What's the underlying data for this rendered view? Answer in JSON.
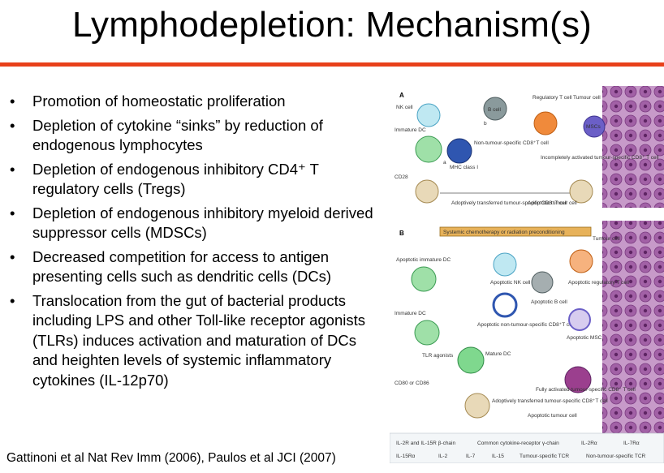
{
  "title": "Lymphodepletion: Mechanism(s)",
  "bullets": [
    "Promotion of homeostatic proliferation",
    "Depletion of cytokine “sinks” by reduction of endogenous lymphocytes",
    "Depletion of endogenous inhibitory CD4⁺ T regulatory cells (Tregs)",
    "Depletion of endogenous inhibitory myeloid derived suppressor cells (MDSCs)",
    "Decreased competition for access to antigen presenting cells such as dendritic cells (DCs)",
    "Translocation from the gut of bacterial products including LPS and other Toll-like receptor agonists (TLRs) induces activation and maturation of DCs and heighten levels of systemic inflammatory cytokines (IL-12p70)"
  ],
  "bullet_glyph": "•",
  "citation": "Gattinoni et al Nat Rev Imm (2006), Paulos et al JCI (2007)",
  "colors": {
    "accent_rule": "#e8401a",
    "tumour": "#9b4e9c",
    "chemo_box": "#e7b25a"
  },
  "figure": {
    "panel_a": {
      "label": "A",
      "nk_cell": "NK cell",
      "b_cell": "B cell",
      "b_cell_marker": "b",
      "regulatory_t_cell": "Regulatory T cell",
      "tumour_cell": "Tumour cell",
      "mscs": "MSCs",
      "immature_dc": "Immature DC",
      "non_tumour_cd8": "Non-tumour-specific CD8⁺T cell",
      "mhc_class_i": "MHC class I",
      "marker_a": "a",
      "cd28": "CD28",
      "incompletely_activated": "Incompletely activated tumour-specific CD8⁺ T cell",
      "adoptively_transferred": "Adoptively transferred tumour-specific CD8⁺T cell",
      "apoptotic_tumour_cell": "Apoptotic tumour cell"
    },
    "panel_b": {
      "label": "B",
      "chemo_label": "Systemic chemotherapy or radiation preconditioning",
      "tumour_cell": "Tumour cell",
      "apoptotic_immature_dc": "Apoptotic immature DC",
      "apoptotic_nk": "Apoptotic NK cell",
      "apoptotic_b": "Apoptotic B cell",
      "apoptotic_treg": "Apoptotic regulatory T cell",
      "apoptotic_non_tumour_cd8": "Apoptotic non-tumour-specific CD8⁺T cell",
      "apoptotic_msc": "Apoptotic MSC",
      "immature_dc": "Immature DC",
      "tlr_agonists": "TLR agonists",
      "mature_dc": "Mature DC",
      "cd80_cd86": "CD80 or CD86",
      "fully_activated": "Fully activated tumour-specific CD8⁺ T cell",
      "adoptively_transferred": "Adoptively transferred tumour-specific CD8⁺T cell",
      "apoptotic_tumour_cell": "Apoptotic tumour cell"
    },
    "legend": [
      "IL-2R and IL-15R β-chain",
      "Common cytokine-receptor γ-chain",
      "IL-2Rα",
      "IL-7Rα",
      "IL-15Rα",
      "IL-2",
      "IL-7",
      "IL-15",
      "Tumour-specific TCR",
      "Non-tumour-specific TCR"
    ]
  }
}
